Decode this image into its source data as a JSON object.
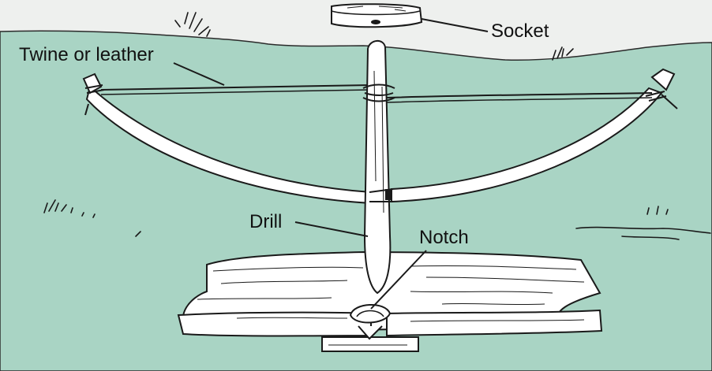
{
  "labels": {
    "socket": "Socket",
    "twine": "Twine or leather",
    "drill": "Drill",
    "notch": "Notch"
  },
  "colors": {
    "sky": "#eef0ee",
    "ground": "#a9d4c4",
    "wood": "#ffffff",
    "ink": "#1a1a1a"
  }
}
